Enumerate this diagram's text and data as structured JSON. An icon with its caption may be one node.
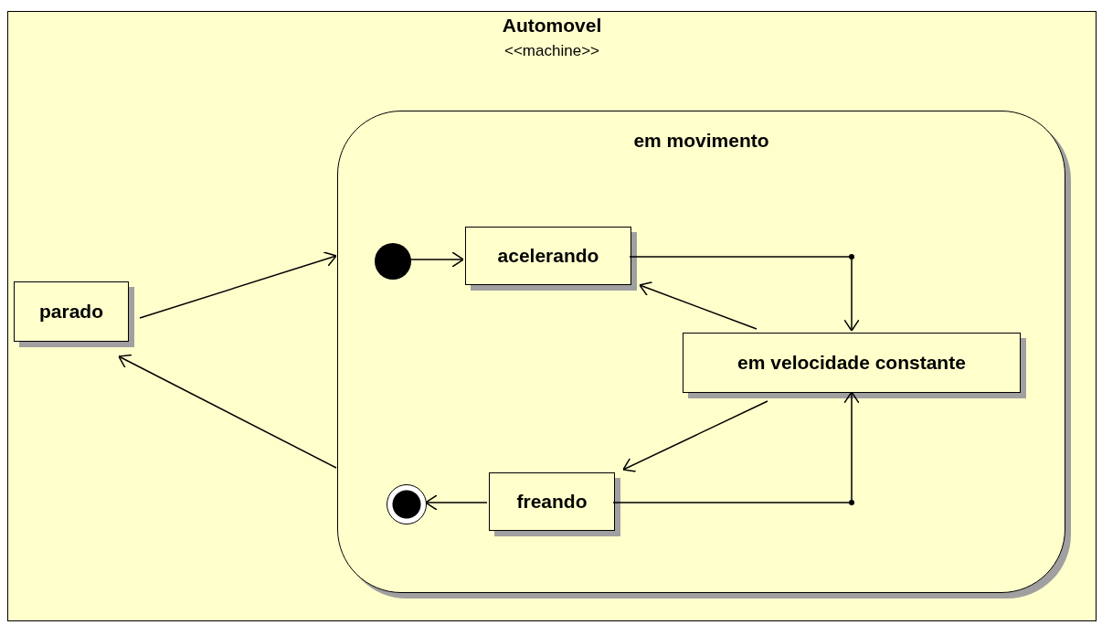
{
  "diagram": {
    "nodes": [
      {
        "text": [
          "Automovel",
          "<<machine>>"
        ]
      },
      {
        "text": [
          "parado"
        ],
        "in": 0
      },
      {
        "text": [
          "em movimento"
        ],
        "in": 0
      },
      {
        "text": [],
        "shape": "circle",
        "in": 2
      },
      {
        "text": [
          "acelerando"
        ],
        "in": 2
      },
      {
        "text": [
          "em velocidade constante"
        ],
        "in": 2
      },
      {
        "text": [
          "freando"
        ],
        "in": 2
      },
      {
        "text": [],
        "shape": "circle",
        "in": 2
      }
    ],
    "edges": [
      {
        "from": 1,
        "to": 2,
        "arrow": "to"
      },
      {
        "from": 2,
        "to": 1,
        "arrow": "to"
      },
      {
        "from": 3,
        "to": 4,
        "arrow": "to"
      },
      {
        "from": 4,
        "to": 5,
        "arrow": "to"
      },
      {
        "from": 5,
        "to": 4,
        "arrow": "to"
      },
      {
        "from": 5,
        "to": 6,
        "arrow": "to"
      },
      {
        "from": 6,
        "to": 5,
        "arrow": "to"
      },
      {
        "from": 6,
        "to": 7,
        "arrow": "to"
      }
    ]
  }
}
